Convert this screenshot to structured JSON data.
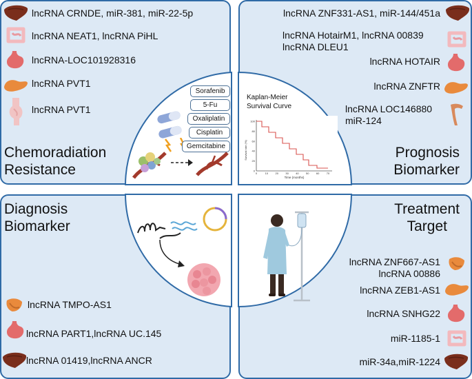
{
  "quadrants": {
    "chemoradiation": {
      "title_line1": "Chemoradiation",
      "title_line2": "Resistance",
      "items": [
        "lncRNA CRNDE, miR-381, miR-22-5p",
        "lncRNA NEAT1, lncRNA PiHL",
        "lncRNA-LOC101928316",
        "lncRNA PVT1",
        "lncRNA PVT1"
      ]
    },
    "prognosis": {
      "title_line1": "Prognosis",
      "title_line2": "Biomarker",
      "items": [
        "lncRNA ZNF331-AS1, miR-144/451a",
        "lncRNA  HotairM1, lncRNA 00839",
        "lncRNA  DLEU1",
        "lncRNA HOTAIR",
        "lncRNA ZNFTR",
        "lncRNA LOC146880",
        "miR-124"
      ]
    },
    "diagnosis": {
      "title_line1": "Diagnosis",
      "title_line2": "Biomarker",
      "items": [
        "lncRNA TMPO-AS1",
        "lncRNA PART1,lncRNA UC.145",
        "lncRNA 01419,lncRNA ANCR"
      ]
    },
    "treatment": {
      "title_line1": "Treatment",
      "title_line2": "Target",
      "items": [
        "lncRNA ZNF667-AS1",
        "lncRNA 00886",
        "lncRNA ZEB1-AS1",
        "lncRNA SNHG22",
        "miR-1185-1",
        "miR-34a,miR-1224"
      ]
    }
  },
  "drugs": [
    "Sorafenib",
    "5-Fu",
    "Oxaliplatin",
    "Cisplatin",
    "Gemcitabine"
  ],
  "km_curve": {
    "title_line1": "Kaplan-Meier",
    "title_line2": "Survival Curve",
    "ylabel": "Survival rate (%)",
    "xlabel": "Time (months)",
    "yticks": [
      "100",
      "80",
      "60",
      "40",
      "20",
      "0"
    ],
    "xticks": [
      "0",
      "10",
      "20",
      "30",
      "40",
      "50",
      "60",
      "70"
    ]
  },
  "colors": {
    "panel_fill": "#dde9f5",
    "panel_border": "#2f6aa6",
    "km_line": "#d9534f",
    "liver": "#7a2e1c",
    "intestine": "#f3b9bd",
    "stomach": "#e36b6b",
    "pancreas": "#e98a3c",
    "esophagus": "#f1c4c4"
  },
  "icons": [
    "liver-icon",
    "intestine-icon",
    "stomach-icon",
    "pancreas-icon",
    "esophagus-icon",
    "gallbladder-icon",
    "pills-icon",
    "vessel-icon",
    "rna-icon",
    "tumor-icon",
    "patient-icon",
    "iv-drip-icon"
  ]
}
